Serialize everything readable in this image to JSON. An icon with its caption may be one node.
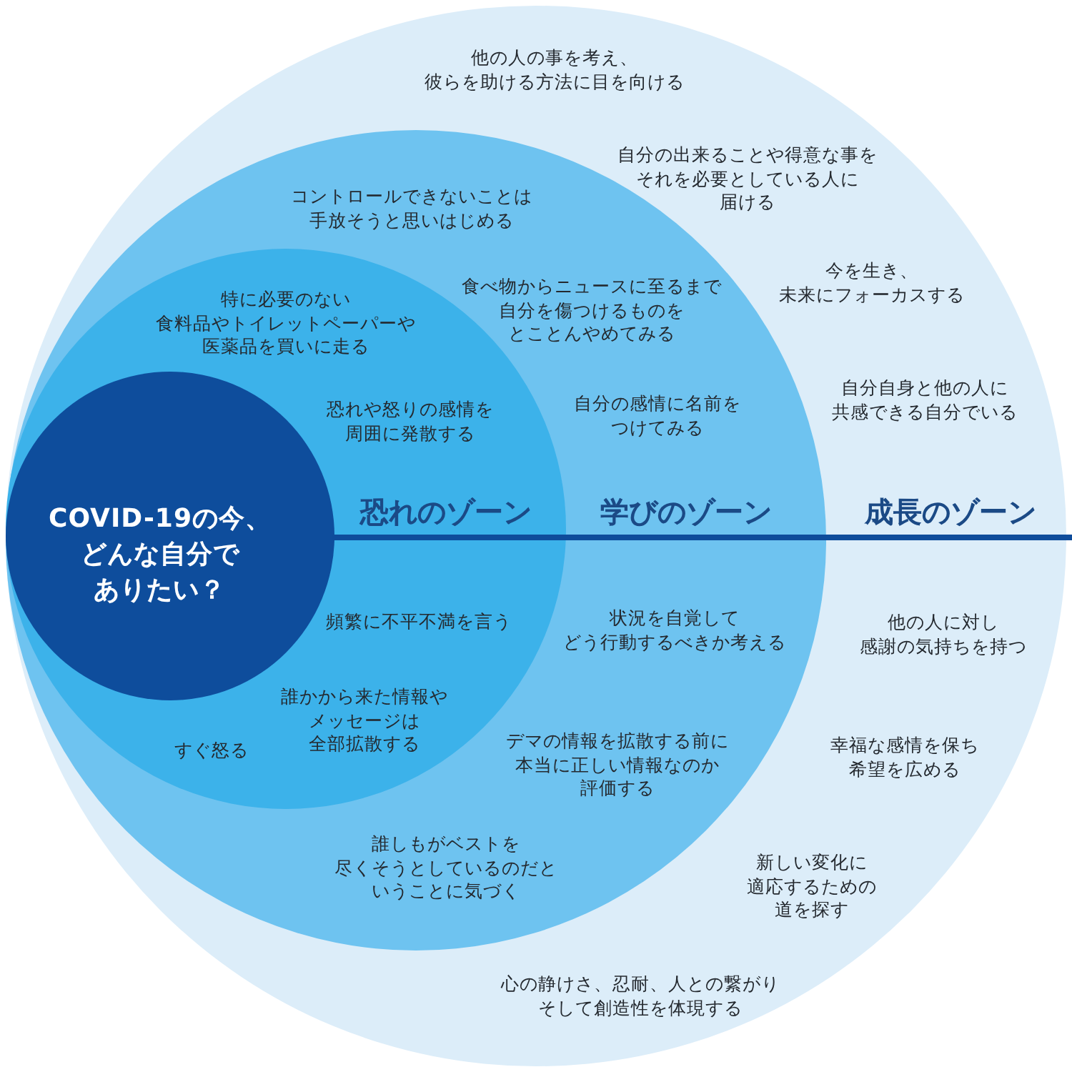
{
  "diagram": {
    "nodes": [
      {
        "text": [
          "成長のゾーン",
          "他の人の事を考え、彼らを助ける方法に目を向ける",
          "自分の出来ることや得意な事をそれを必要としている人に届ける",
          "今を生き、未来にフォーカスする",
          "自分自身と他の人に共感できる自分でいる",
          "他の人に対し感謝の気持ちを持つ",
          "幸福な感情を保ち希望を広める",
          "新しい変化に適応するための道を探す",
          "心の静けさ、忍耐、人との繋がりそして創造性を体現する"
        ]
      },
      {
        "text": [
          "学びのゾーン",
          "コントロールできないことは手放そうと思いはじめる",
          "食べ物からニュースに至るまで自分を傷つけるものをとことんやめてみる",
          "自分の感情に名前をつけてみる",
          "状況を自覚してどう行動するべきか考える",
          "デマの情報を拡散する前に本当に正しい情報なのか評価する",
          "誰しもがベストを尽くそうとしているのだということに気づく"
        ],
        "in": 0
      },
      {
        "text": [
          "恐れのゾーン",
          "特に必要のない食料品やトイレットペーパーや医薬品を買いに走る",
          "恐れや怒りの感情を周囲に発散する",
          "頻繁に不平不満を言う",
          "すぐ怒る",
          "誰かから来た情報やメッセージは全部拡散する"
        ],
        "in": 1
      },
      {
        "text": [
          "COVID-19の今、どんな自分でありたい？"
        ],
        "in": 2
      }
    ]
  }
}
